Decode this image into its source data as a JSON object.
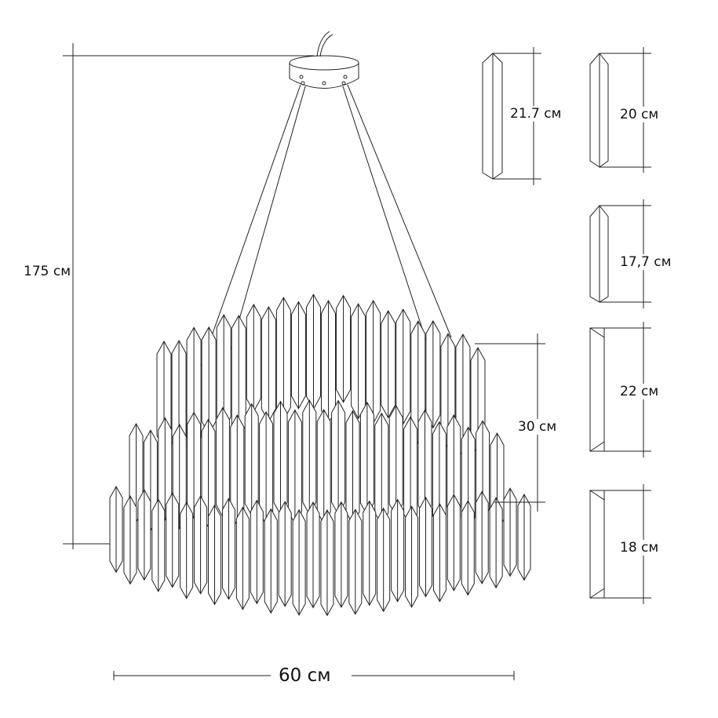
{
  "dimensions": {
    "total_height": "175 см",
    "width": "60 см",
    "shade_height": "30 см"
  },
  "crystal_sizes": [
    {
      "label": "21.7 см",
      "shape": "pointed-prism"
    },
    {
      "label": "20 см",
      "shape": "pointed-prism"
    },
    {
      "label": "17,7 см",
      "shape": "pointed-prism"
    },
    {
      "label": "22 см",
      "shape": "flat-prism"
    },
    {
      "label": "18 см",
      "shape": "flat-prism"
    }
  ],
  "colors": {
    "line": "#222222",
    "background": "#ffffff"
  }
}
